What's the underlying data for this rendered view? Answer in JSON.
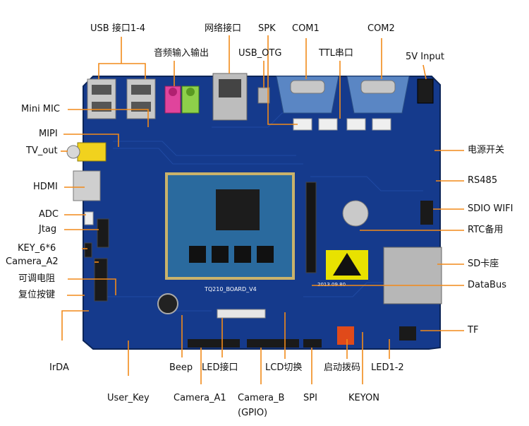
{
  "board": {
    "silkscreen_name": "TQ210_BOARD_V4",
    "silkscreen_date": "2013 09 80",
    "colors": {
      "pcb": "#153a8c",
      "pcb_dark": "#0f2c6e",
      "leader": "#f28a1a",
      "core_outline": "#c9b26b",
      "core_board": "#2a6a9e"
    }
  },
  "labels": {
    "usb14": "USB 接口1-4",
    "audio": "音频输入输出",
    "ethernet": "网络接口",
    "spk": "SPK",
    "usb_otg": "USB_OTG",
    "com1": "COM1",
    "com2": "COM2",
    "ttl": "TTL串口",
    "v5": "5V Input",
    "mini_mic": "Mini MIC",
    "mipi": "MIPI",
    "tv_out": "TV_out",
    "hdmi": "HDMI",
    "adc": "ADC",
    "jtag": "Jtag",
    "key66": "KEY_6*6",
    "cam_a2": "Camera_A2",
    "pot": "可调电阻",
    "reset": "复位按键",
    "irda": "IrDA",
    "user_key": "User_Key",
    "beep": "Beep",
    "led_port": "LED接口",
    "cam_a1": "Camera_A1",
    "cam_b": "Camera_B",
    "gpio": "(GPIO)",
    "lcd_switch": "LCD切换",
    "spi": "SPI",
    "boot_dip": "启动拨码",
    "keyon": "KEYON",
    "led12": "LED1-2",
    "tf": "TF",
    "databus": "DataBus",
    "sd": "SD卡座",
    "rtc": "RTC备用",
    "sdio_wifi": "SDIO WIFI",
    "rs485": "RS485",
    "power_switch": "电源开关"
  }
}
